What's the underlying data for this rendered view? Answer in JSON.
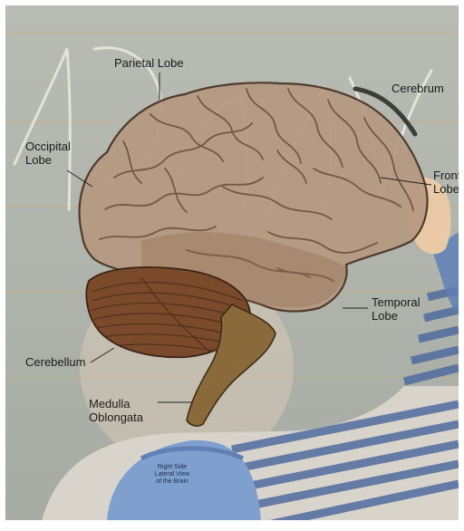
{
  "labels": {
    "parietal": "Parietal Lobe",
    "cerebrum": "Cerebrum",
    "occipital": "Occipital\nLobe",
    "frontal": "Frontal\nLobe",
    "temporal": "Temporal\nLobe",
    "cerebellum": "Cerebellum",
    "medulla": "Medulla\nOblongata"
  },
  "caption": "Right Side\nLateral View\nof the Brain",
  "colors": {
    "board": "#aeb3ab",
    "brain": "#b79a82",
    "cerebellum": "#7a4a2b",
    "brainstem": "#8a6a3a",
    "shirt_blue": "#5f7fb5",
    "shirt_stripe": "#ddd8cf"
  }
}
